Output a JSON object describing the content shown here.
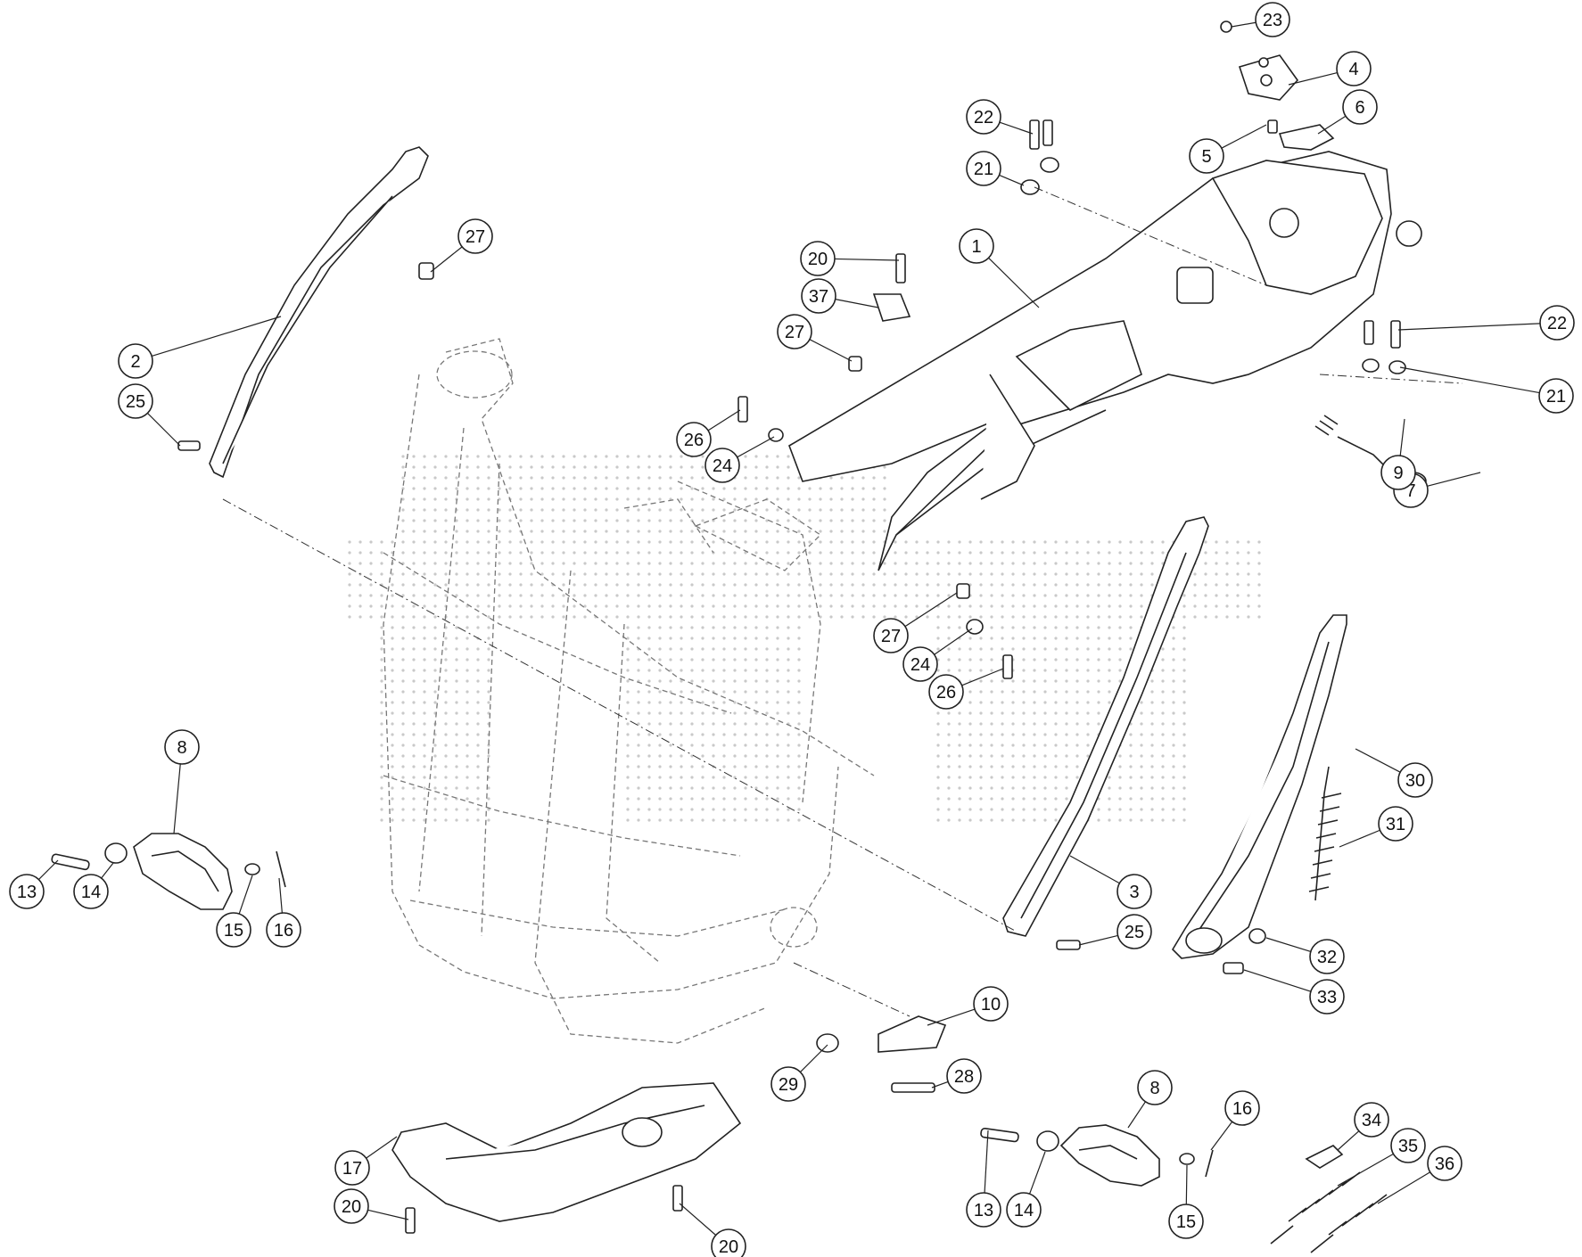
{
  "callouts": [
    {
      "n": "1"
    },
    {
      "n": "2"
    },
    {
      "n": "3"
    },
    {
      "n": "4"
    },
    {
      "n": "5"
    },
    {
      "n": "6"
    },
    {
      "n": "7"
    },
    {
      "n": "8"
    },
    {
      "n": "8"
    },
    {
      "n": "9"
    },
    {
      "n": "10"
    },
    {
      "n": "13"
    },
    {
      "n": "13"
    },
    {
      "n": "14"
    },
    {
      "n": "14"
    },
    {
      "n": "15"
    },
    {
      "n": "15"
    },
    {
      "n": "16"
    },
    {
      "n": "16"
    },
    {
      "n": "17"
    },
    {
      "n": "20"
    },
    {
      "n": "20"
    },
    {
      "n": "20"
    },
    {
      "n": "21"
    },
    {
      "n": "21"
    },
    {
      "n": "22"
    },
    {
      "n": "22"
    },
    {
      "n": "23"
    },
    {
      "n": "24"
    },
    {
      "n": "24"
    },
    {
      "n": "25"
    },
    {
      "n": "25"
    },
    {
      "n": "26"
    },
    {
      "n": "26"
    },
    {
      "n": "27"
    },
    {
      "n": "27"
    },
    {
      "n": "27"
    },
    {
      "n": "28"
    },
    {
      "n": "29"
    },
    {
      "n": "30"
    },
    {
      "n": "31"
    },
    {
      "n": "32"
    },
    {
      "n": "33"
    },
    {
      "n": "34"
    },
    {
      "n": "35"
    },
    {
      "n": "36"
    },
    {
      "n": "37"
    }
  ],
  "parts": [
    {
      "name": "main-frame"
    },
    {
      "name": "left-frame-guard"
    },
    {
      "name": "right-frame-guard"
    },
    {
      "name": "side-stand"
    },
    {
      "name": "skid-plate"
    },
    {
      "name": "left-footpeg"
    },
    {
      "name": "right-footpeg"
    },
    {
      "name": "seat-bracket"
    },
    {
      "name": "spring-31"
    },
    {
      "name": "spring-35"
    },
    {
      "name": "spring-36"
    }
  ]
}
